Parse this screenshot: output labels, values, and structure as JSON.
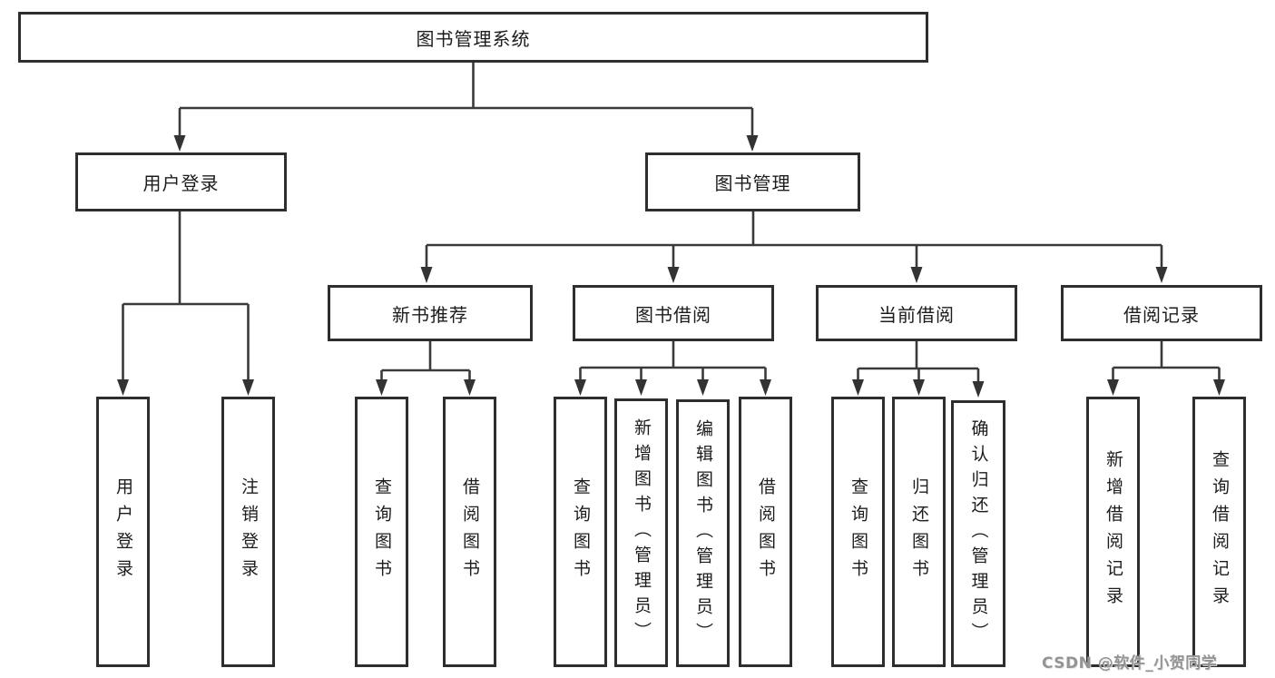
{
  "diagram": {
    "root": {
      "label": "图书管理系统"
    },
    "level2": [
      {
        "label": "用户登录"
      },
      {
        "label": "图书管理"
      }
    ],
    "level3": [
      {
        "label": "新书推荐"
      },
      {
        "label": "图书借阅"
      },
      {
        "label": "当前借阅"
      },
      {
        "label": "借阅记录"
      }
    ],
    "leaves": {
      "user_login": [
        "用户登录",
        "注销登录"
      ],
      "new_books": [
        "查询图书",
        "借阅图书"
      ],
      "book_borrow": [
        "查询图书",
        "新增图书（管理员）",
        "编辑图书（管理员）",
        "借阅图书"
      ],
      "current_borrow": [
        "查询图书",
        "归还图书",
        "确认归还（管理员）"
      ],
      "borrow_records": [
        "新增借阅记录",
        "查询借阅记录"
      ]
    },
    "colors": {
      "line": "#3a3a3a",
      "border": "#2e2e2e",
      "text": "#1c1c1c",
      "background": "#ffffff"
    }
  },
  "watermark": {
    "text": "CSDN @软件_小贺同学",
    "color": "#949494"
  }
}
